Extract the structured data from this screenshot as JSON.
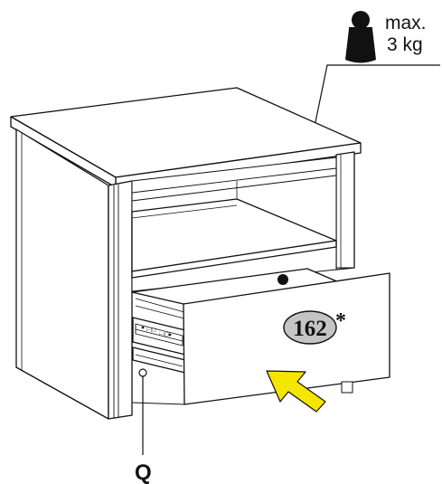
{
  "weight_limit": {
    "line1": "max.",
    "line2": "3 kg",
    "icon": "weight-icon"
  },
  "badge": {
    "number": "162",
    "mark": "*",
    "fill": "#c4c4c4"
  },
  "part_label": "Q",
  "arrow_color": "#f5e600"
}
